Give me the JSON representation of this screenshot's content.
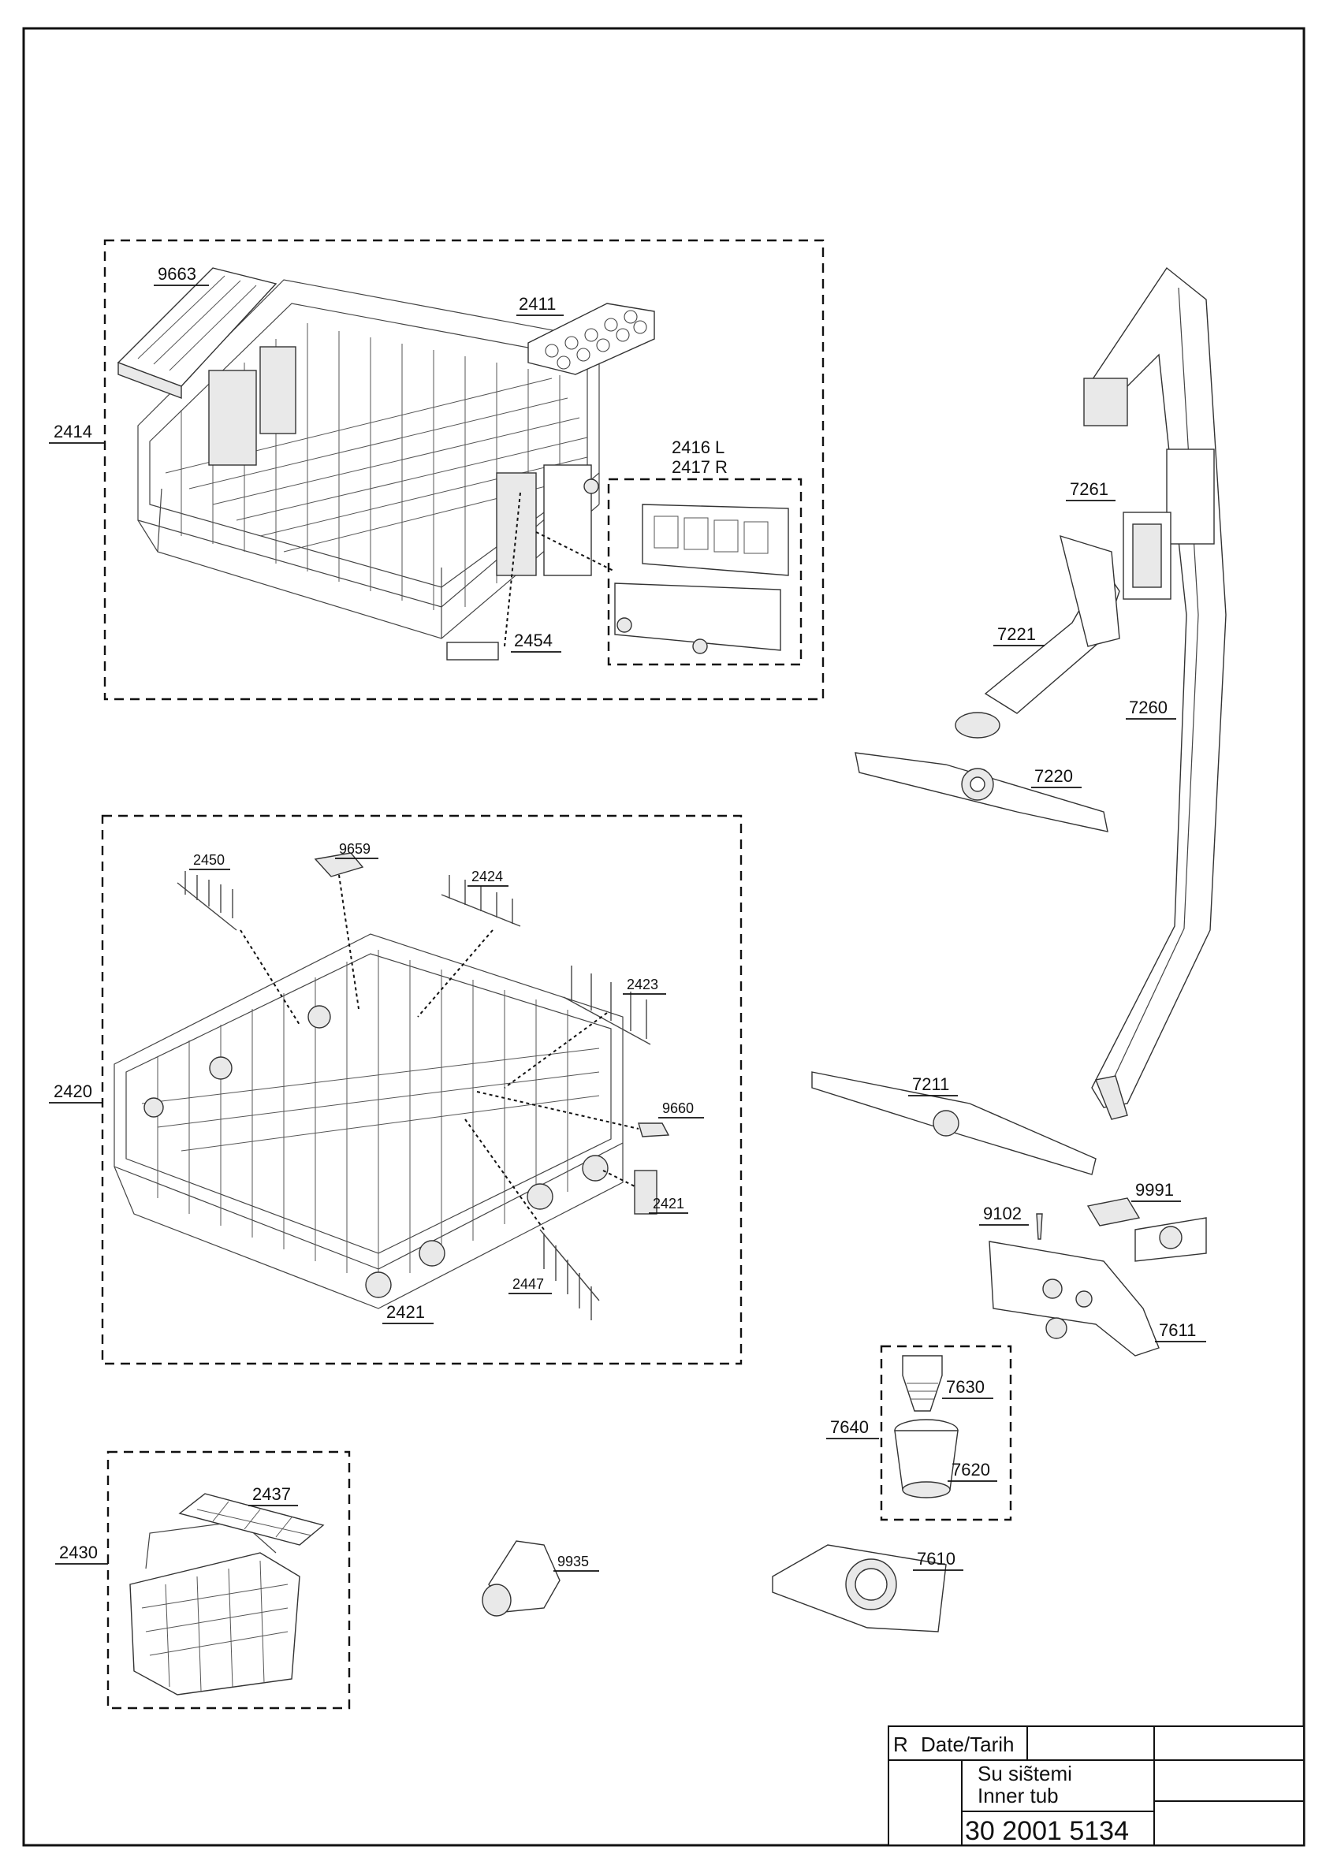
{
  "labels": {
    "p9663": "9663",
    "p2411": "2411",
    "p2414": "2414",
    "p2416": "2416 L",
    "p2417": "2417 R",
    "p2454": "2454",
    "p7261": "7261",
    "p7221": "7221",
    "p7260": "7260",
    "p7220": "7220",
    "p2450": "2450",
    "p9659": "9659",
    "p2424": "2424",
    "p2423": "2423",
    "p2420": "2420",
    "p9660": "9660",
    "p2421a": "2421",
    "p2421b": "2421",
    "p2447": "2447",
    "p7211": "7211",
    "p9991": "9991",
    "p9102": "9102",
    "p7611": "7611",
    "p7630": "7630",
    "p7640": "7640",
    "p7620": "7620",
    "p2437": "2437",
    "p2430": "2430",
    "p9935": "9935",
    "p7610": "7610"
  },
  "title_block": {
    "rev": "R",
    "date_label": "Date/Tarih",
    "title_tr": "Su sis̃temi",
    "title_en": "Inner tub",
    "drawing_no": "30 2001 5134"
  }
}
